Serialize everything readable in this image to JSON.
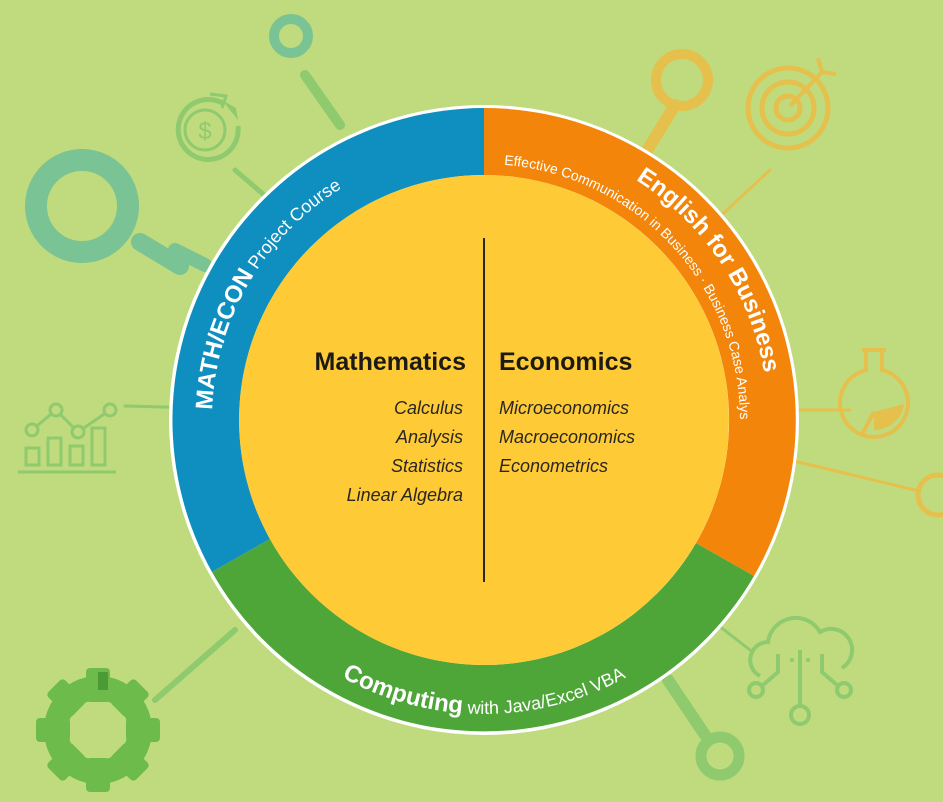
{
  "colors": {
    "background": "#bfdb7e",
    "ring_blue": "#0f8fbf",
    "ring_orange": "#f2850a",
    "ring_green": "#4ea639",
    "core": "#fecb37",
    "icon_light": "#8fca6e",
    "icon_teal": "#79c394",
    "icon_gold": "#e6c04c"
  },
  "diagram": {
    "left_column": {
      "title": "Mathematics",
      "subjects": [
        "Calculus",
        "Analysis",
        "Statistics",
        "Linear Algebra"
      ]
    },
    "right_column": {
      "title": "Economics",
      "subjects": [
        "Microeconomics",
        "Macroeconomics",
        "Econometrics"
      ]
    },
    "ring": {
      "blue_bold": "MATH/ECON",
      "blue_text": " Project Course",
      "orange_bold": "English for Business",
      "orange_line1": "Effective Communication in Business",
      "orange_line2": " · Business Case Analysis",
      "green_bold": "Computing",
      "green_text": " with Java/Excel VBA"
    }
  },
  "icons": [
    "magnifier-icon",
    "dollar-coin-icon",
    "line-bar-chart-icon",
    "gear-icon",
    "target-arrow-icon",
    "lab-flask-icon",
    "cloud-network-icon"
  ]
}
